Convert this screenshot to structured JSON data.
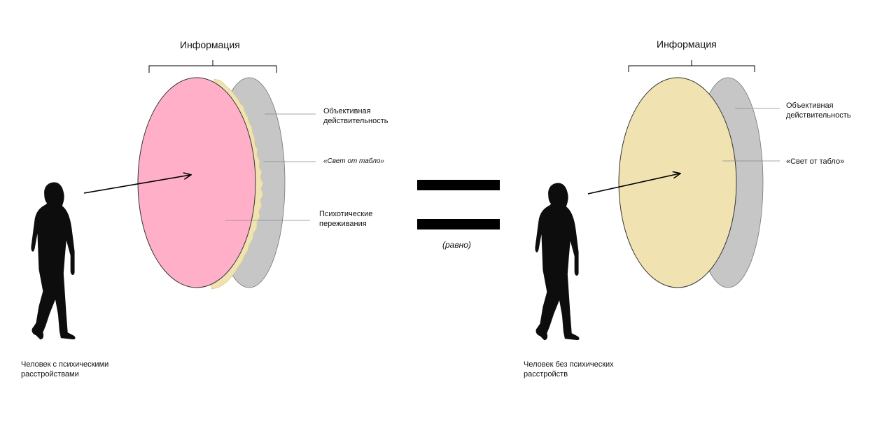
{
  "left_panel": {
    "title": "Информация",
    "label_objective": "Объективная\nдействительность",
    "label_light": "«Свет от табло»",
    "label_psychotic": "Психотичеcкие\nпереживания",
    "caption": "Человек с психическими\nрасстройствами",
    "colors": {
      "front_disc": "#ffb0c8",
      "middle_disc": "#f1e3b1",
      "back_disc": "#c6c6c6"
    }
  },
  "center": {
    "equals_caption": "(равно)"
  },
  "right_panel": {
    "title": "Информация",
    "label_objective": "Объективная\nдействительность",
    "label_light": "«Свет от табло»",
    "caption": "Человек без психических\nрасстройств",
    "colors": {
      "front_disc": "#f0e3b1",
      "back_disc": "#c6c6c6"
    }
  }
}
